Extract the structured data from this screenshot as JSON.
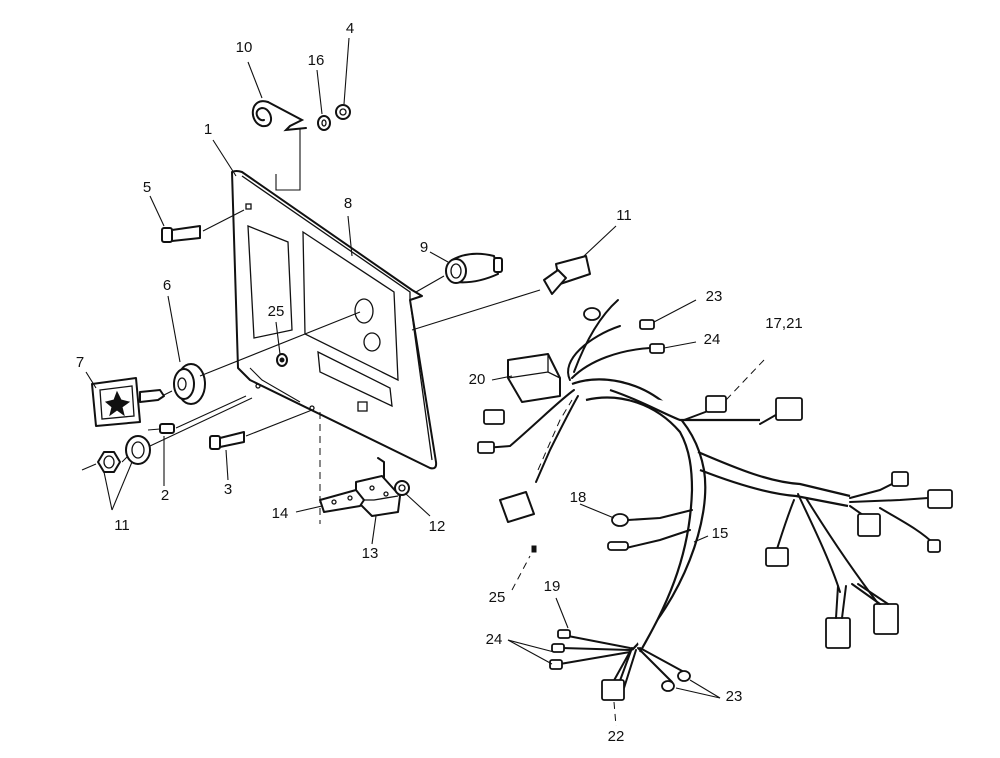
{
  "callouts": {
    "c1": "1",
    "c2": "2",
    "c3": "3",
    "c4": "4",
    "c5": "5",
    "c6": "6",
    "c7": "7",
    "c8": "8",
    "c9": "9",
    "c10": "10",
    "c11_toggle": "11",
    "c11_nuts": "11",
    "c12": "12",
    "c13": "13",
    "c14": "14",
    "c15": "15",
    "c16": "16",
    "c17_21": "17,21",
    "c18": "18",
    "c19": "19",
    "c20": "20",
    "c22": "22",
    "c23_top": "23",
    "c23_bottom": "23",
    "c24_top": "24",
    "c24_bottom": "24",
    "c25_panel": "25",
    "c25_harness": "25"
  }
}
